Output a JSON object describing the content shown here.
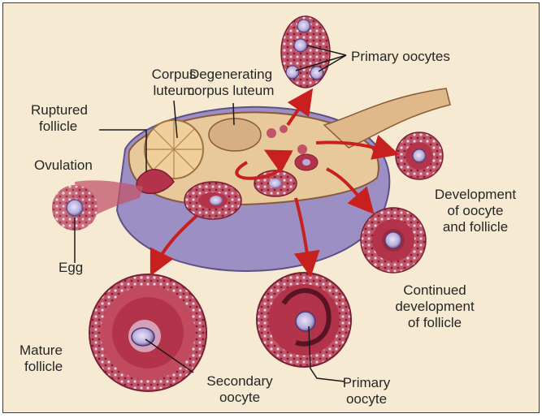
{
  "labels": {
    "corpus_luteum": [
      "Corpus",
      "luteum"
    ],
    "degenerating_corpus_luteum": [
      "Degenerating",
      "corpus luteum"
    ],
    "primary_oocytes": "Primary oocytes",
    "ruptured_follicle": [
      "Ruptured",
      "follicle"
    ],
    "ovulation": "Ovulation",
    "egg": "Egg",
    "development_oocyte_follicle": [
      "Development",
      "of oocyte",
      "and follicle"
    ],
    "continued_development": [
      "Continued",
      "development",
      "of follicle"
    ],
    "mature_follicle": [
      "Mature",
      "follicle"
    ],
    "secondary_oocyte": [
      "Secondary",
      "oocyte"
    ],
    "primary_oocyte": [
      "Primary",
      "oocyte"
    ]
  },
  "colors": {
    "background": "#f7ead2",
    "ovary_stroma": "#e8c99b",
    "ovary_capsule": "#9b8fc4",
    "follicle_red": "#b3344a",
    "follicle_dark": "#7a1f33",
    "oocyte_lilac": "#b9addb",
    "arrow_red": "#c8201e",
    "text": "#262626"
  }
}
